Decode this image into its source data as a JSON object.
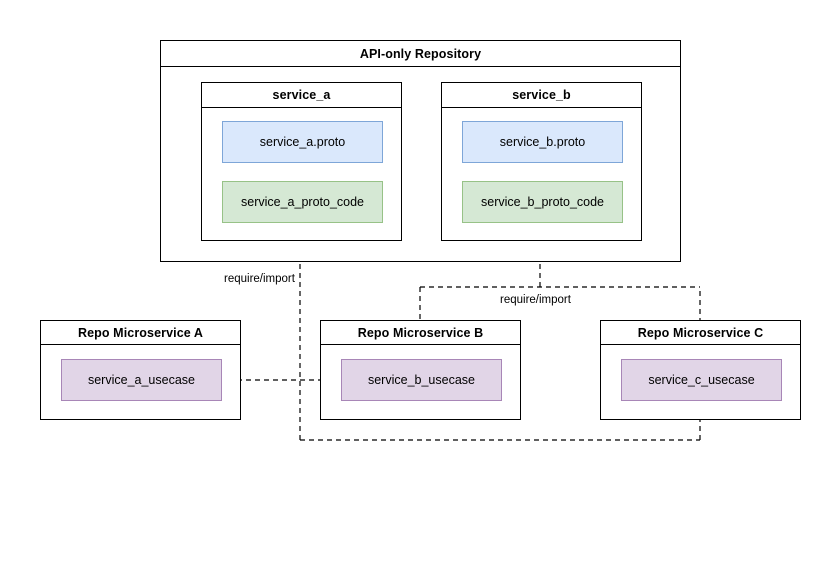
{
  "diagram": {
    "title_visible": false,
    "background": "#ffffff",
    "palette": {
      "blue_fill": "#dae8fc",
      "blue_stroke": "#7ea6d8",
      "green_fill": "#d5e8d4",
      "green_stroke": "#97c287",
      "purple_fill": "#e1d5e7",
      "purple_stroke": "#a886b7",
      "line": "#000000"
    }
  },
  "api_repository": {
    "title": "API-only Repository",
    "services": [
      {
        "title": "service_a",
        "proto": "service_a.proto",
        "proto_code": "service_a_proto_code"
      },
      {
        "title": "service_b",
        "proto": "service_b.proto",
        "proto_code": "service_b_proto_code"
      }
    ]
  },
  "repos": [
    {
      "title": "Repo Microservice A",
      "usecase": "service_a_usecase"
    },
    {
      "title": "Repo Microservice B",
      "usecase": "service_b_usecase"
    },
    {
      "title": "Repo Microservice C",
      "usecase": "service_c_usecase"
    }
  ],
  "edges": [
    {
      "id": "edge-to-service-a-proto-code",
      "label": "require/import",
      "from": "service_a_usecase / service_b_usecase / service_c_usecase",
      "to": "service_a_proto_code",
      "style": "dashed",
      "arrow": "open"
    },
    {
      "id": "edge-to-service-b-proto-code",
      "label": "require/import",
      "from": "service_b_usecase / service_c_usecase",
      "to": "service_b_proto_code",
      "style": "dashed",
      "arrow": "open"
    }
  ]
}
